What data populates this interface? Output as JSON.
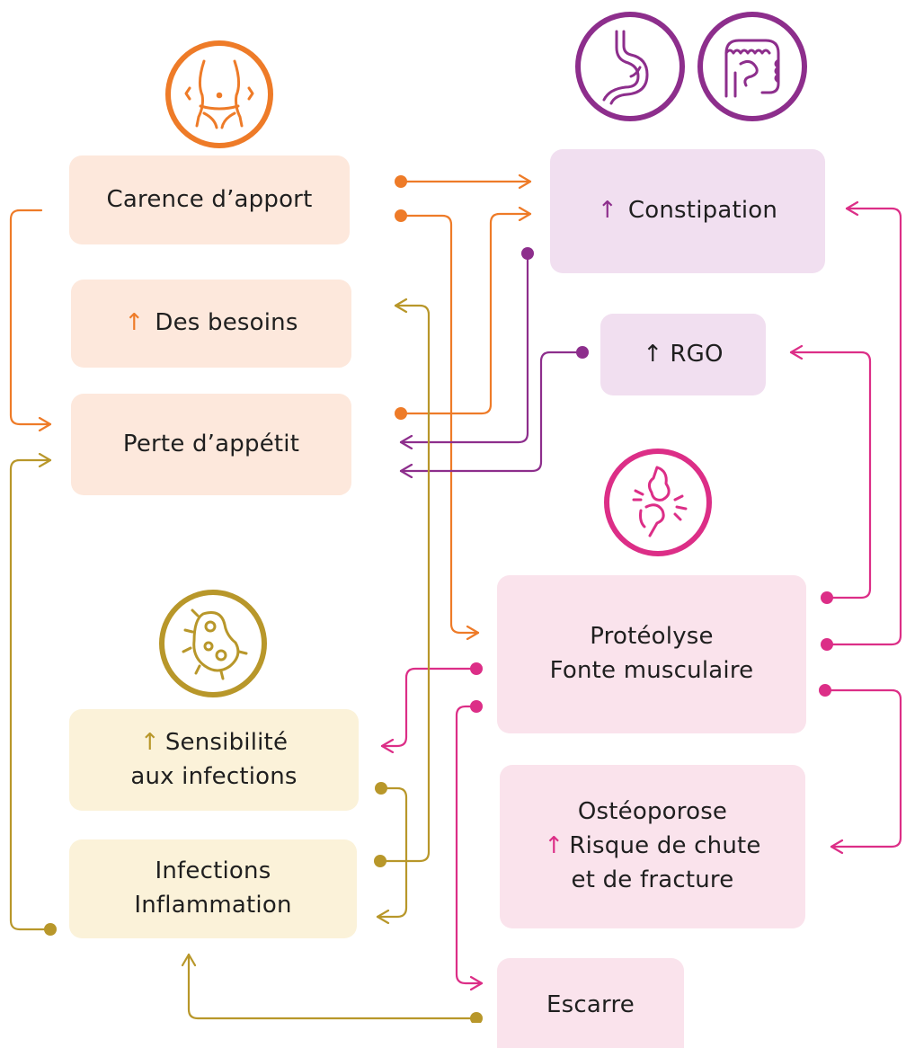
{
  "colors": {
    "orange": "#ee7b28",
    "purple": "#8d2e8c",
    "magenta": "#dc2e87",
    "gold": "#b8972a",
    "peach_fill": "#fde8dc",
    "lilac_fill": "#f1dff0",
    "pink_fill": "#fae3ec",
    "cream_fill": "#fbf2d9"
  },
  "icons": {
    "waist": "waist-icon",
    "stomach": "stomach-icon",
    "intestine": "intestine-icon",
    "joint": "joint-pain-icon",
    "microbe": "microbe-icon"
  },
  "arrow_symbol": "↑",
  "boxes": {
    "carence": {
      "line1": "Carence d’apport"
    },
    "besoins": {
      "arrow": "↑",
      "line1": "Des besoins"
    },
    "perte": {
      "line1": "Perte d’appétit"
    },
    "constipation": {
      "arrow": "↑",
      "line1": "Constipation"
    },
    "rgo": {
      "arrow": "↑",
      "line1": "RGO"
    },
    "proteolyse": {
      "line1": "Protéolyse",
      "line2": "Fonte musculaire"
    },
    "osteoporose": {
      "line1": "Ostéoporose",
      "arrow": "↑",
      "line2": "Risque de chute",
      "line3": "et de fracture"
    },
    "sensibilite": {
      "arrow": "↑",
      "line1": "Sensibilité",
      "line2": "aux infections"
    },
    "infections": {
      "line1": "Infections",
      "line2": "Inflammation"
    },
    "escarre": {
      "line1": "Escarre"
    }
  }
}
